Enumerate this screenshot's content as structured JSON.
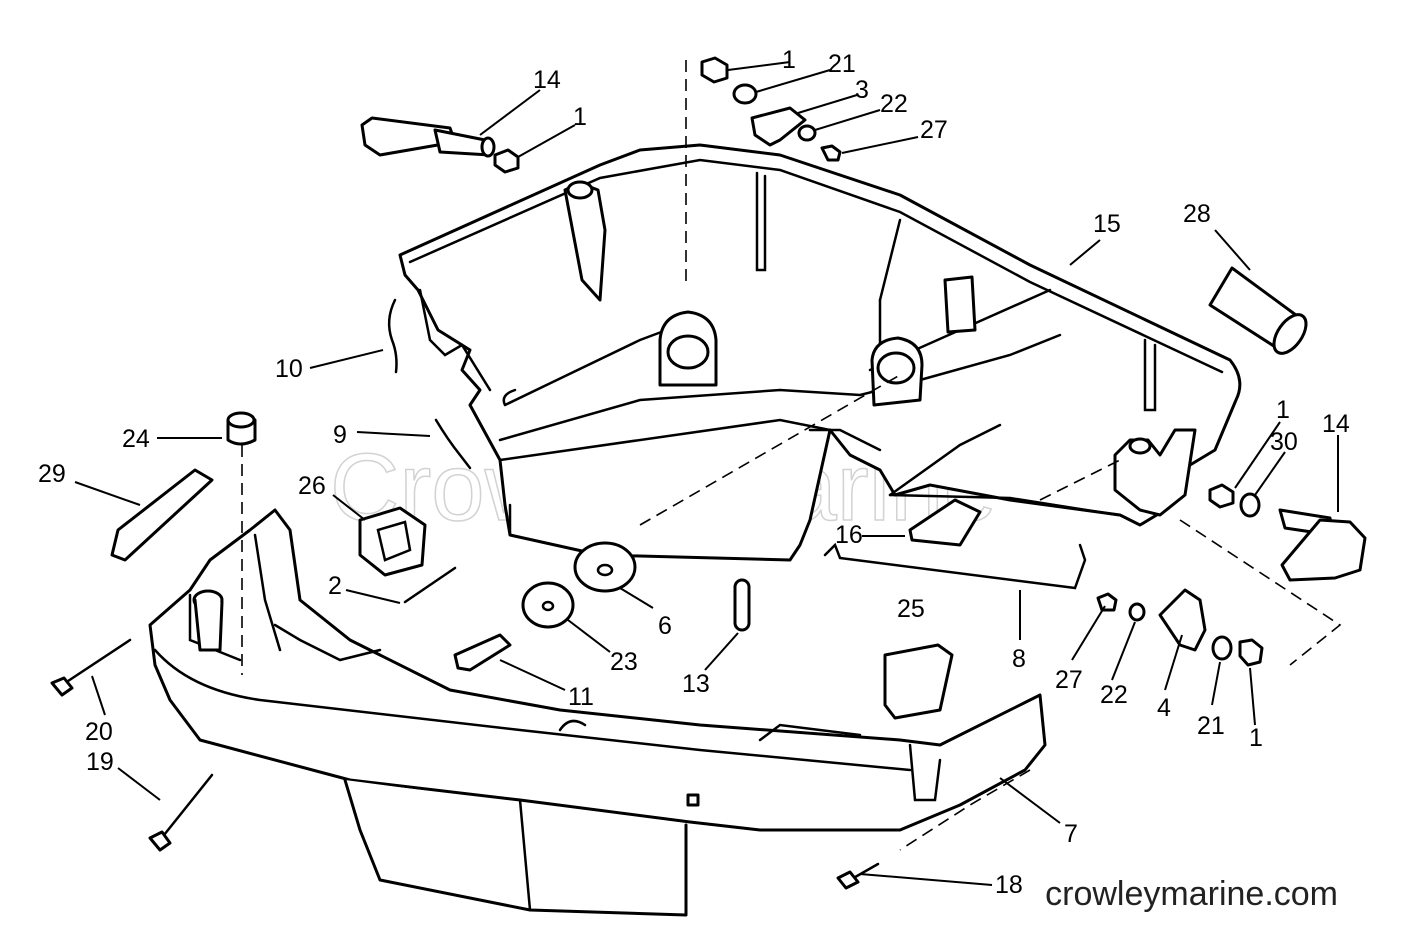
{
  "watermark": "Crowley Marine",
  "site_url": "crowleymarine.com",
  "callouts": {
    "c1_top": "1",
    "c21_top": "21",
    "c3": "3",
    "c22_top": "22",
    "c27_top": "27",
    "c14_left": "14",
    "c1_left": "1",
    "c15": "15",
    "c28": "28",
    "c10": "10",
    "c9": "9",
    "c24": "24",
    "c29": "29",
    "c26": "26",
    "c2": "2",
    "c1_right": "1",
    "c30": "30",
    "c14_right": "14",
    "c16": "16",
    "c6": "6",
    "c23": "23",
    "c11": "11",
    "c13": "13",
    "c25": "25",
    "c8": "8",
    "c27_bottom": "27",
    "c22_bottom": "22",
    "c4": "4",
    "c21_bottom": "21",
    "c1_bottom": "1",
    "c20": "20",
    "c19": "19",
    "c7": "7",
    "c18": "18"
  }
}
